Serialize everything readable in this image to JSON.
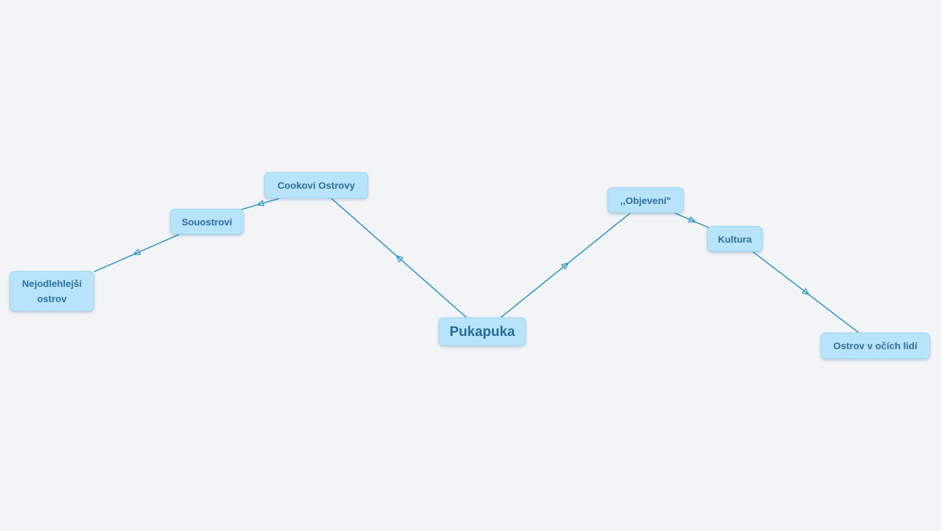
{
  "nodes": {
    "root": "Pukapuka",
    "cookovi": "Cookovi Ostrovy",
    "souostrovi": "Souostroví",
    "nejodlehlejsi": "Nejodlehlejší\nostrov",
    "objeveni": ",,Objevení\"",
    "kultura": "Kultura",
    "ostrov_oci": "Ostrov v očích lidí"
  },
  "colors": {
    "node_fill": "#b8e4fb",
    "text": "#2d6f9c",
    "edge": "#2f96c8",
    "background": "#f2f4f6"
  }
}
